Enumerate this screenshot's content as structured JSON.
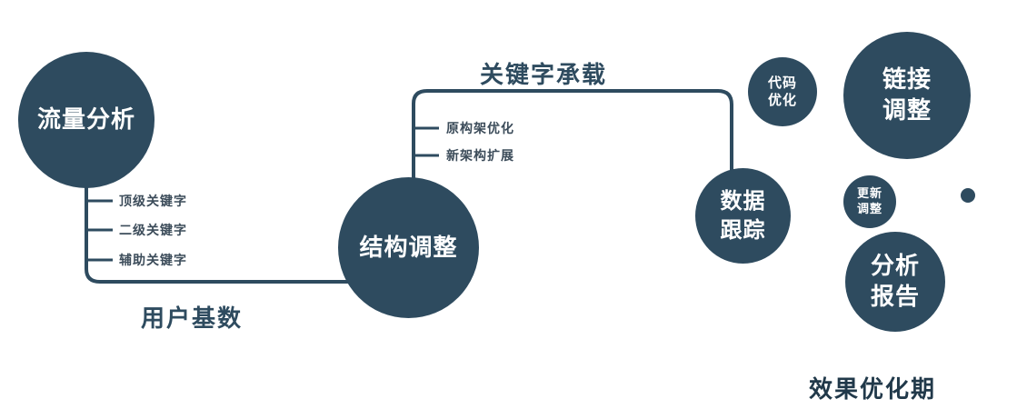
{
  "colors": {
    "node_fill": "#2e4b5f",
    "text_on_node": "#ffffff",
    "edge_label_text": "#2e4b5f",
    "branch_text": "#3c4c5a"
  },
  "nodes": {
    "traffic_analysis": {
      "label": "流量分析"
    },
    "structure_adjust": {
      "label": "结构调整"
    },
    "data_tracking": {
      "line1": "数据",
      "line2": "跟踪"
    },
    "code_optimization": {
      "line1": "代码",
      "line2": "优化"
    },
    "link_adjustment": {
      "line1": "链接",
      "line2": "调整"
    },
    "update_adjustment": {
      "line1": "更新",
      "line2": "调整"
    },
    "analysis_report": {
      "line1": "分析",
      "line2": "报告"
    }
  },
  "edge_labels": {
    "user_base": "用户基数",
    "keyword_carry": "关键字承载"
  },
  "branches": {
    "traffic": [
      "顶级关键字",
      "二级关键字",
      "辅助关键字"
    ],
    "structure": [
      "原构架优化",
      "新架构扩展"
    ]
  },
  "footer": {
    "label": "效果优化期"
  }
}
